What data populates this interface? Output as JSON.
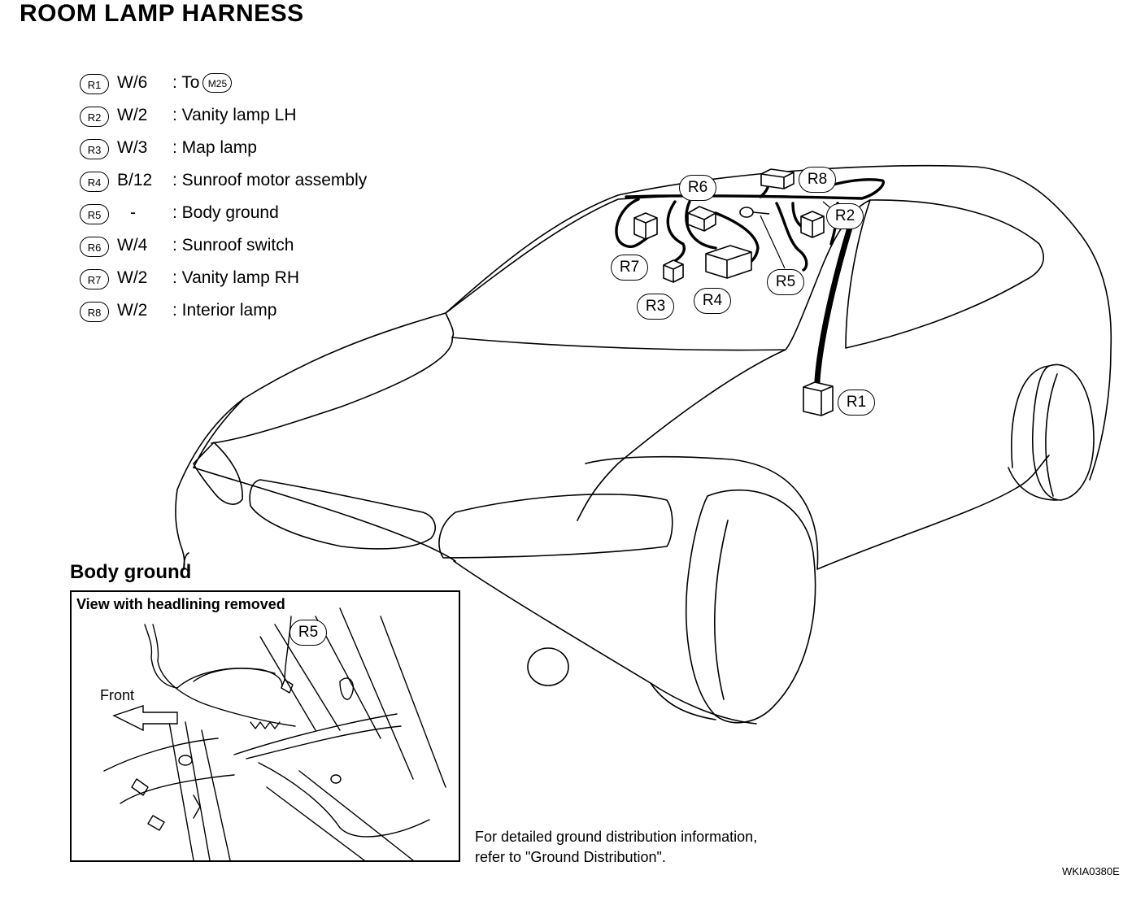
{
  "title": "ROOM LAMP HARNESS",
  "connectors": [
    {
      "id": "R1",
      "code": "W/6",
      "desc": ": To",
      "ref": "M25"
    },
    {
      "id": "R2",
      "code": "W/2",
      "desc": ": Vanity lamp LH"
    },
    {
      "id": "R3",
      "code": "W/3",
      "desc": ": Map lamp"
    },
    {
      "id": "R4",
      "code": "B/12",
      "desc": ": Sunroof motor assembly"
    },
    {
      "id": "R5",
      "code": "-",
      "desc": ": Body ground"
    },
    {
      "id": "R6",
      "code": "W/4",
      "desc": ": Sunroof switch"
    },
    {
      "id": "R7",
      "code": "W/2",
      "desc": ": Vanity lamp RH"
    },
    {
      "id": "R8",
      "code": "W/2",
      "desc": ": Interior lamp"
    }
  ],
  "callouts": {
    "r1": "R1",
    "r2": "R2",
    "r3": "R3",
    "r4": "R4",
    "r5": "R5",
    "r6": "R6",
    "r7": "R7",
    "r8": "R8"
  },
  "body_ground": {
    "heading": "Body ground",
    "view_label": "View with headlining removed",
    "callout": "R5",
    "front_label": "Front"
  },
  "note": {
    "line1": "For detailed ground distribution information,",
    "line2": "refer to \"Ground Distribution\"."
  },
  "figure_code": "WKIA0380E"
}
